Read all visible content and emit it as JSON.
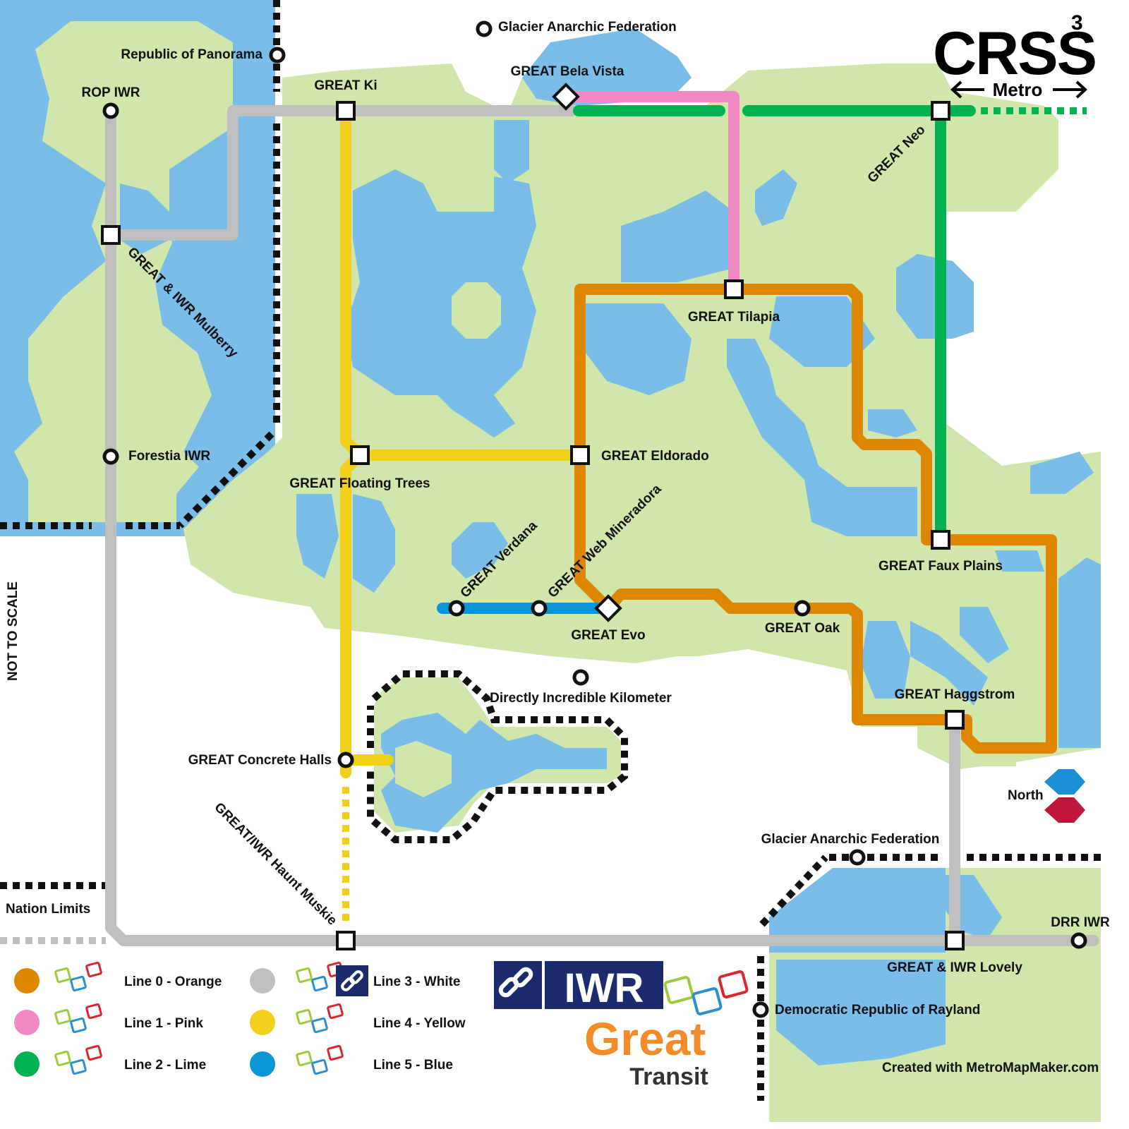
{
  "title": "CRSS",
  "title_superscript": "3",
  "subtitle": "Metro",
  "not_to_scale": "NOT TO SCALE",
  "nation_limits": "Nation Limits",
  "north": "North",
  "credit": "Created with MetroMapMaker.com",
  "brand": {
    "iwr": "IWR",
    "great": "Great",
    "transit": "Transit"
  },
  "colors": {
    "water": "#7abde8",
    "land": "#d0e6aa",
    "orange": "#df8600",
    "pink": "#f288c4",
    "lime": "#00b251",
    "white_line": "#bfbfbf",
    "yellow": "#f0d01b",
    "blue": "#0896d7",
    "iwr_navy": "#1b2b6e",
    "great_orange": "#f48a2a",
    "north_blue": "#1a8fd6",
    "north_red": "#c0163a"
  },
  "legend": [
    {
      "label": "Line 0 - Orange",
      "color": "orange"
    },
    {
      "label": "Line 1 - Pink",
      "color": "pink"
    },
    {
      "label": "Line 2 - Lime",
      "color": "lime"
    },
    {
      "label": "Line 3 - White",
      "color": "white_line"
    },
    {
      "label": "Line 4 - Yellow",
      "color": "yellow"
    },
    {
      "label": "Line 5 - Blue",
      "color": "blue"
    }
  ],
  "stations": {
    "glacier_top": "Glacier Anarchic Federation",
    "republic_panorama": "Republic of Panorama",
    "rop_iwr": "ROP IWR",
    "great_ki": "GREAT Ki",
    "great_bela_vista": "GREAT Bela Vista",
    "great_neo": "GREAT Neo",
    "great_mulberry": "GREAT & IWR Mulberry",
    "great_tilapia": "GREAT Tilapia",
    "foresita_iwr": "Forestia IWR",
    "great_eldorado": "GREAT Eldorado",
    "great_floating_trees": "GREAT Floating Trees",
    "great_verdana": "GREAT Verdana",
    "great_web_mineradora": "GREAT Web Mineradora",
    "great_evo": "GREAT Evo",
    "great_oak": "GREAT Oak",
    "great_faux_plains": "GREAT Faux Plains",
    "directly_incredible": "Directly Incredible Kilometer",
    "great_haggstrom": "GREAT Haggstrom",
    "great_concrete_halls": "GREAT Concrete Halls",
    "haunt_muskie": "GREAT/IWR Haunt Muskie",
    "glacier_bottom": "Glacier Anarchic Federation",
    "drr_iwr": "DRR IWR",
    "great_lovely": "GREAT & IWR Lovely",
    "rayland": "Democratic Republic of Rayland"
  }
}
